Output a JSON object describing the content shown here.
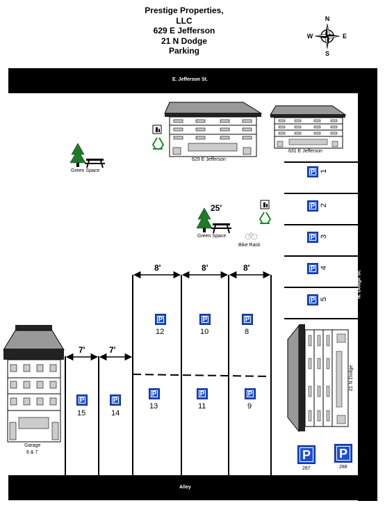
{
  "title": {
    "line1": "Prestige Properties,",
    "line2": "LLC",
    "line3": "629 E Jefferson",
    "line4": "21 N Dodge",
    "line5": "Parking"
  },
  "compass": {
    "n": "N",
    "s": "S",
    "e": "E",
    "w": "W"
  },
  "streets": {
    "jefferson": "E. Jefferson St.",
    "alley": "Alley",
    "dodge": "N. Dodge St."
  },
  "buildings": {
    "jefferson629": "629 E Jefferson",
    "jefferson631": "631 E Jefferson",
    "dodge21": "21 N Dodge",
    "garage_line1": "Garage",
    "garage_line2": "6 & 7"
  },
  "green_space": {
    "left": "Green Space",
    "middle": "Green Space"
  },
  "bike_rack": "Bike Rack",
  "distance_25": "25'",
  "widths": {
    "w8a": "8'",
    "w8b": "8'",
    "w8c": "8'",
    "w7a": "7'",
    "w7b": "7'"
  },
  "parking_sign_letter": "P",
  "right_spots": [
    "1",
    "2",
    "3",
    "4",
    "5"
  ],
  "lot_spots": {
    "s12": "12",
    "s10": "10",
    "s8": "8",
    "s13": "13",
    "s11": "11",
    "s9": "9",
    "s15": "15",
    "s14": "14",
    "s287": "287",
    "s288": "288"
  },
  "colors": {
    "road": "#000000",
    "sign": "#1a4fd0",
    "tree": "#1f7a2a",
    "recycle": "#1a8a2a"
  }
}
